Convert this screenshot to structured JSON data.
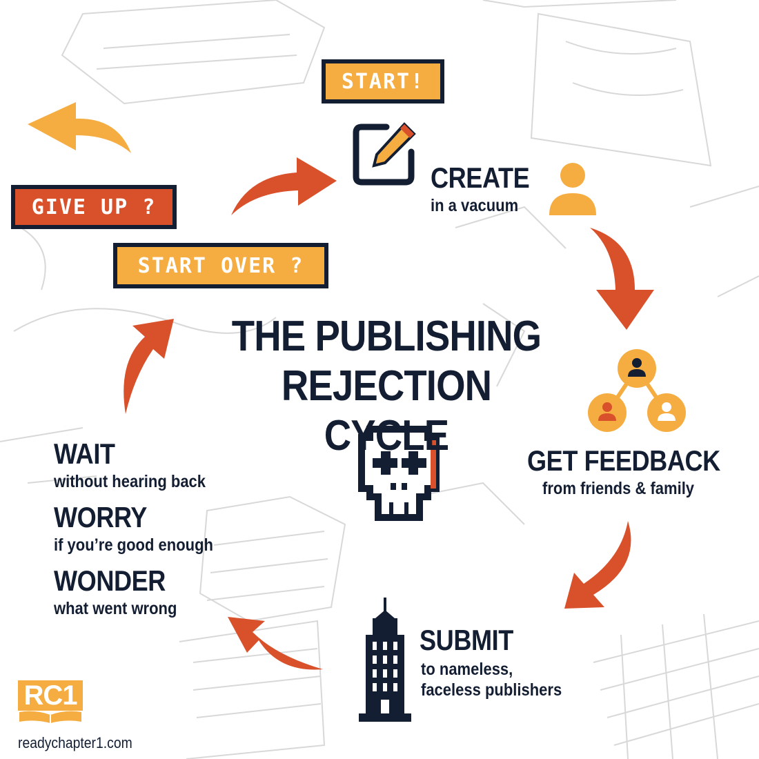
{
  "title": {
    "line1": "THE PUBLISHING",
    "line2": "REJECTION CYCLE"
  },
  "buttons": {
    "start": "START!",
    "give_up": "GIVE UP ?",
    "start_over": "START OVER ?"
  },
  "steps": {
    "create": {
      "heading": "CREATE",
      "sub": "in a vacuum"
    },
    "feedback": {
      "heading": "GET FEEDBACK",
      "sub": "from friends & family"
    },
    "submit": {
      "heading": "SUBMIT",
      "sub1": "to nameless,",
      "sub2": "faceless publishers"
    },
    "wait": {
      "heading": "WAIT",
      "sub": "without hearing back"
    },
    "worry": {
      "heading": "WORRY",
      "sub": "if you’re good enough"
    },
    "wonder": {
      "heading": "WONDER",
      "sub": "what went wrong"
    }
  },
  "logo": {
    "mark": "RC1",
    "url": "readychapter1.com"
  },
  "colors": {
    "navy": "#141e33",
    "orange": "#d9512b",
    "yellow": "#f5ad42"
  },
  "icons": [
    "edit-icon",
    "person-icon",
    "network-icon",
    "skyscraper-icon",
    "skull-icon",
    "book-icon"
  ]
}
